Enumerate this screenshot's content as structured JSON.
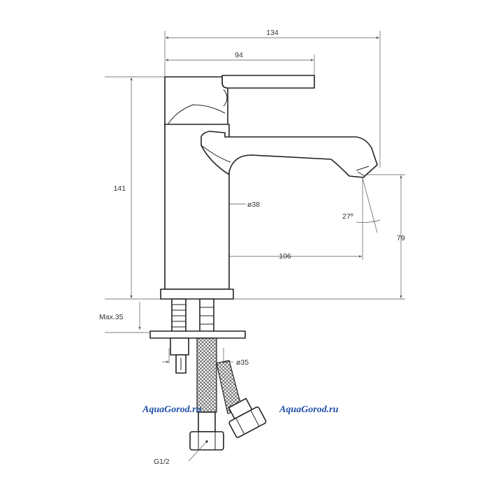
{
  "dimensions": {
    "overall_width": "134",
    "lever_width": "94",
    "height": "141",
    "spout_diameter": "ø38",
    "reach": "106",
    "spout_height": "79",
    "spout_angle": "27º",
    "max_deck_thickness": "Max.35",
    "hole_diameter": "ø35",
    "thread": "G1/2"
  },
  "watermarks": {
    "left": "AquaGorod.ru",
    "right": "AquaGorod.ru"
  },
  "colors": {
    "line": "#222222",
    "dimension_line": "#555555",
    "watermark": "#1f4fa8"
  }
}
